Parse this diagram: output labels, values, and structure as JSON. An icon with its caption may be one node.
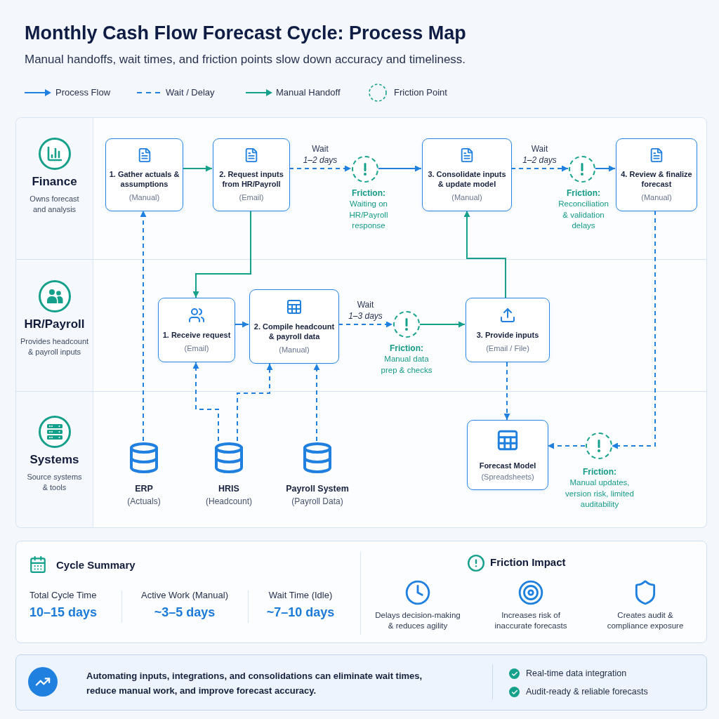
{
  "diagram": {
    "title": "Monthly Cash Flow Forecast Cycle: Process Map",
    "nodes": [
      {
        "text": [
          "Finance",
          "Owns forecast and analysis"
        ]
      },
      {
        "text": [
          "1. Gather actuals & assumptions",
          "(Manual)"
        ],
        "in": 0
      },
      {
        "text": [
          "2. Request inputs from HR/Payroll",
          "(Email)"
        ],
        "in": 0
      },
      {
        "text": [],
        "shape": "circle",
        "beside": [
          "Friction:",
          "Waiting on HR/Payroll response"
        ],
        "in": 0
      },
      {
        "text": [
          "3. Consolidate inputs & update model",
          "(Manual)"
        ],
        "in": 0
      },
      {
        "text": [],
        "shape": "circle",
        "beside": [
          "Friction:",
          "Reconciliation & validation delays"
        ],
        "in": 0
      },
      {
        "text": [
          "4. Review & finalize forecast",
          "(Manual)"
        ],
        "in": 0
      },
      {
        "text": [
          "HR/Payroll",
          "Provides headcount & payroll inputs"
        ]
      },
      {
        "text": [
          "1. Receive request",
          "(Email)"
        ],
        "in": 7
      },
      {
        "text": [
          "2. Compile headcount & payroll data",
          "(Manual)"
        ],
        "in": 7
      },
      {
        "text": [],
        "shape": "circle",
        "beside": [
          "Friction:",
          "Manual data prep & checks"
        ],
        "in": 7
      },
      {
        "text": [
          "3. Provide inputs",
          "(Email / File)"
        ],
        "in": 7
      },
      {
        "text": [
          "Systems",
          "Source systems & tools"
        ]
      },
      {
        "text": [
          "ERP",
          "(Actuals)"
        ],
        "in": 12
      },
      {
        "text": [
          "HRIS",
          "(Headcount)"
        ],
        "in": 12
      },
      {
        "text": [
          "Payroll System",
          "(Payroll Data)"
        ],
        "in": 12
      },
      {
        "text": [
          "Forecast Model",
          "(Spreadsheets)"
        ],
        "in": 12
      },
      {
        "text": [],
        "shape": "circle",
        "beside": [
          "Friction:",
          "Manual updates, version risk, limited auditability"
        ],
        "in": 12
      },
      {
        "text": [
          "Cycle Summary",
          "Total Cycle Time",
          "10–15 days",
          "Active Work (Manual)",
          "~3–5 days",
          "Wait Time (Idle)",
          "~7–10 days",
          "Friction Impact",
          "Delays decision-making & reduces agility",
          "Increases risk of inaccurate forecasts",
          "Creates audit & compliance exposure"
        ]
      },
      {
        "text": [
          "Automating inputs, integrations, and consolidations can eliminate wait times, reduce manual work, and improve forecast accuracy.",
          "Real-time data integration",
          "Audit-ready & reliable forecasts"
        ]
      }
    ],
    "edges": [
      {
        "from": 1,
        "to": 2,
        "arrow": "to",
        "color": "#15a08b"
      },
      {
        "from": 2,
        "to": 3,
        "arrow": "to",
        "style": "dashed",
        "label": "Wait *1–2 days*"
      },
      {
        "from": 3,
        "to": 4,
        "arrow": "to"
      },
      {
        "from": 4,
        "to": 5,
        "arrow": "to",
        "style": "dashed",
        "label": "Wait *1–2 days*"
      },
      {
        "from": 5,
        "to": 6,
        "arrow": "to"
      },
      {
        "from": 2,
        "to": 8,
        "arrow": "to",
        "color": "#15a08b"
      },
      {
        "from": 8,
        "to": 9,
        "arrow": "to"
      },
      {
        "from": 9,
        "to": 10,
        "arrow": "to",
        "style": "dashed",
        "label": "Wait *1–3 days*"
      },
      {
        "from": 10,
        "to": 11,
        "arrow": "to",
        "color": "#15a08b"
      },
      {
        "from": 11,
        "to": 4,
        "arrow": "to",
        "color": "#15a08b"
      },
      {
        "from": 11,
        "to": 16,
        "arrow": "to",
        "style": "dashed"
      },
      {
        "from": 13,
        "to": 1,
        "arrow": "to",
        "style": "dashed"
      },
      {
        "from": 14,
        "to": 8,
        "arrow": "to",
        "style": "dashed"
      },
      {
        "from": 14,
        "to": 9,
        "arrow": "to",
        "style": "dashed"
      },
      {
        "from": 15,
        "to": 9,
        "arrow": "to",
        "style": "dashed"
      },
      {
        "from": 6,
        "to": 17,
        "arrow": "to",
        "style": "dashed"
      },
      {
        "from": 17,
        "to": 16,
        "arrow": "to",
        "style": "dashed"
      }
    ],
    "labels": [
      "Manual handoffs, wait times, and friction points slow down accuracy and timeliness."
    ],
    "legend": [
      {
        "text": "Process Flow"
      },
      {
        "text": "Wait / Delay"
      },
      {
        "text": "Manual Handoff"
      },
      {
        "text": "Friction Point"
      }
    ]
  }
}
